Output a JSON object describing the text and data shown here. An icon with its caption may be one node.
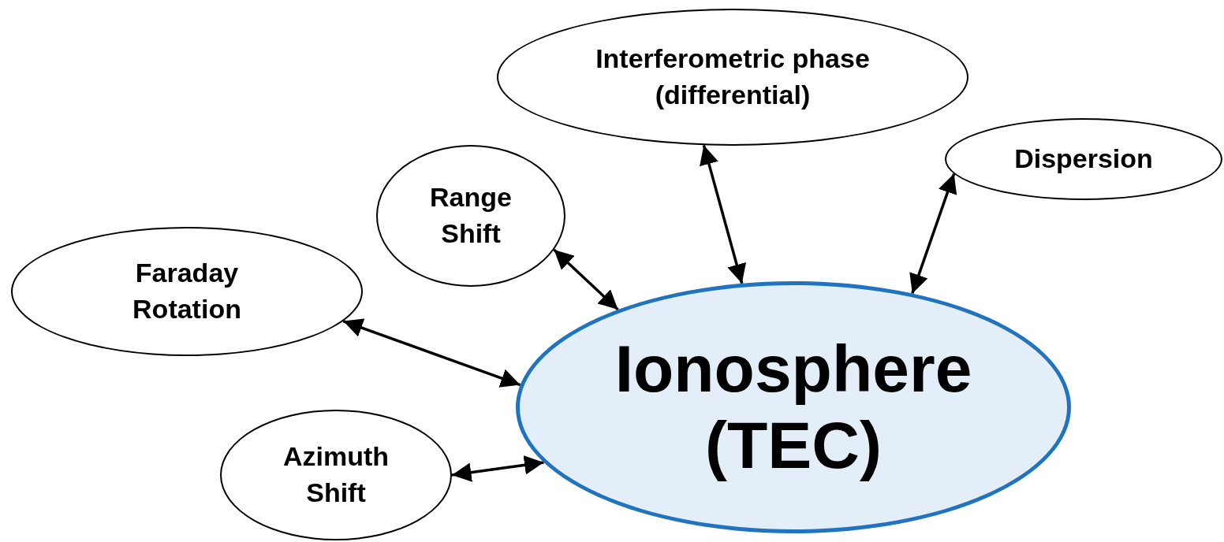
{
  "diagram": {
    "nodes": [
      {
        "text": [
          "Interferometric phase (differential)"
        ]
      },
      {
        "text": [
          "Dispersion"
        ]
      },
      {
        "text": [
          "Range Shift"
        ]
      },
      {
        "text": [
          "Faraday Rotation"
        ]
      },
      {
        "text": [
          "Ionosphere (TEC)"
        ]
      },
      {
        "text": [
          "Azimuth Shift"
        ]
      }
    ],
    "edges": [
      {
        "from": 0,
        "to": 4,
        "arrow": "both"
      },
      {
        "from": 1,
        "to": 4,
        "arrow": "both"
      },
      {
        "from": 2,
        "to": 4,
        "arrow": "both"
      },
      {
        "from": 3,
        "to": 4,
        "arrow": "both"
      },
      {
        "from": 5,
        "to": 4,
        "arrow": "both"
      }
    ]
  }
}
